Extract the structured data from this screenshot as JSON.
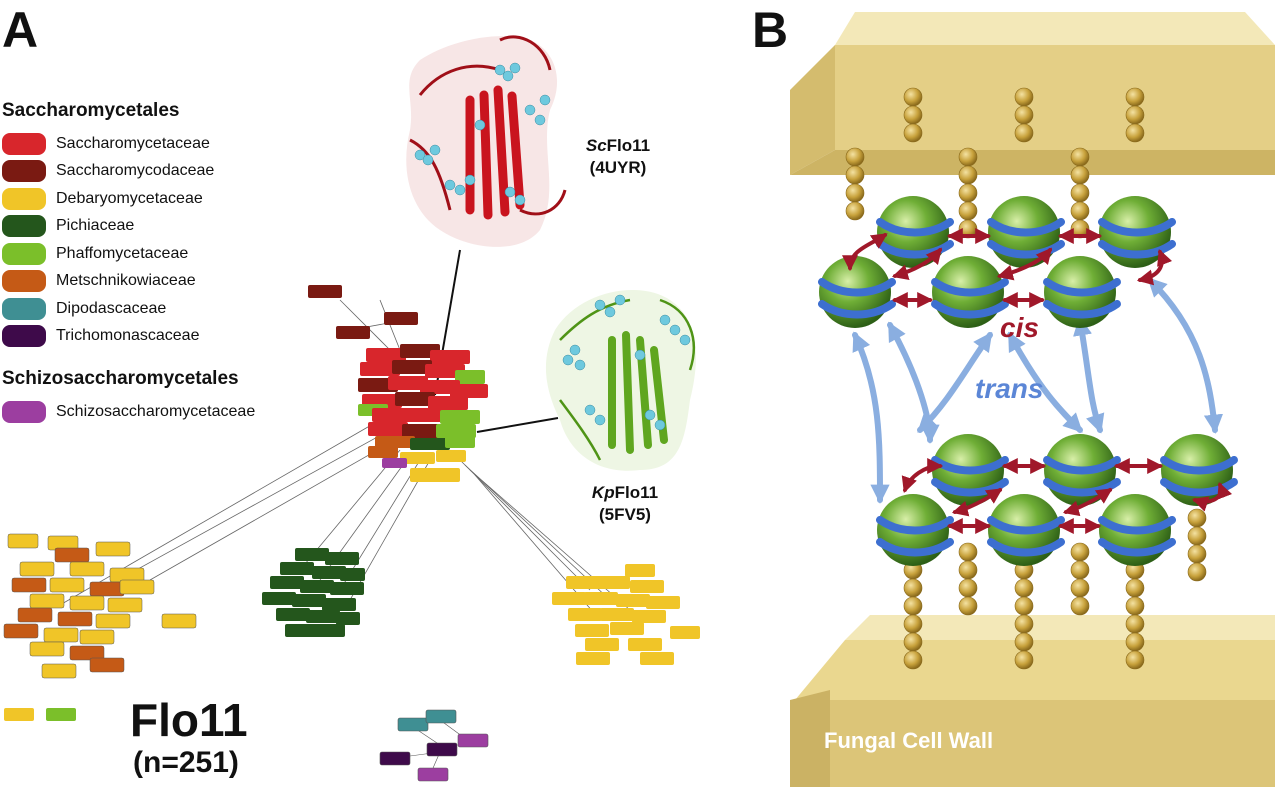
{
  "panels": {
    "a": "A",
    "b": "B"
  },
  "legend": {
    "groups": [
      {
        "heading": "Saccharomycetales",
        "items": [
          {
            "label": "Saccharomycetaceae",
            "color": "#d8262c"
          },
          {
            "label": "Saccharomycodaceae",
            "color": "#7a1a12"
          },
          {
            "label": "Debaryomycetaceae",
            "color": "#f0c528"
          },
          {
            "label": "Pichiaceae",
            "color": "#24561c"
          },
          {
            "label": "Phaffomycetaceae",
            "color": "#7bbf2a"
          },
          {
            "label": "Metschnikowiaceae",
            "color": "#c55a16"
          },
          {
            "label": "Dipodascaceae",
            "color": "#3f8f93"
          },
          {
            "label": "Trichomonascaceae",
            "color": "#3e0a4a"
          }
        ]
      },
      {
        "heading": "Schizosaccharomycetales",
        "items": [
          {
            "label": "Schizosaccharomycetaceae",
            "color": "#9c3ea0"
          }
        ]
      }
    ]
  },
  "structures": {
    "sc": {
      "name_italic": "Sc",
      "name_rest": "Flo11",
      "pdb": "(4UYR)"
    },
    "kp": {
      "name_italic": "Kp",
      "name_rest": "Flo11",
      "pdb": "(5FV5)"
    }
  },
  "network": {
    "title": "Flo11",
    "count": "(n=251)"
  },
  "schematic": {
    "cis_label": "cis",
    "trans_label": "trans",
    "wall_label": "Fungal Cell Wall"
  },
  "colors": {
    "wall": "#e6d38e",
    "bead": "#c8a23c",
    "sphere": "#5a9a2e",
    "band": "#3d6fd0",
    "cis_arrow": "#a0182a",
    "trans_arrow": "#8aaee0"
  }
}
